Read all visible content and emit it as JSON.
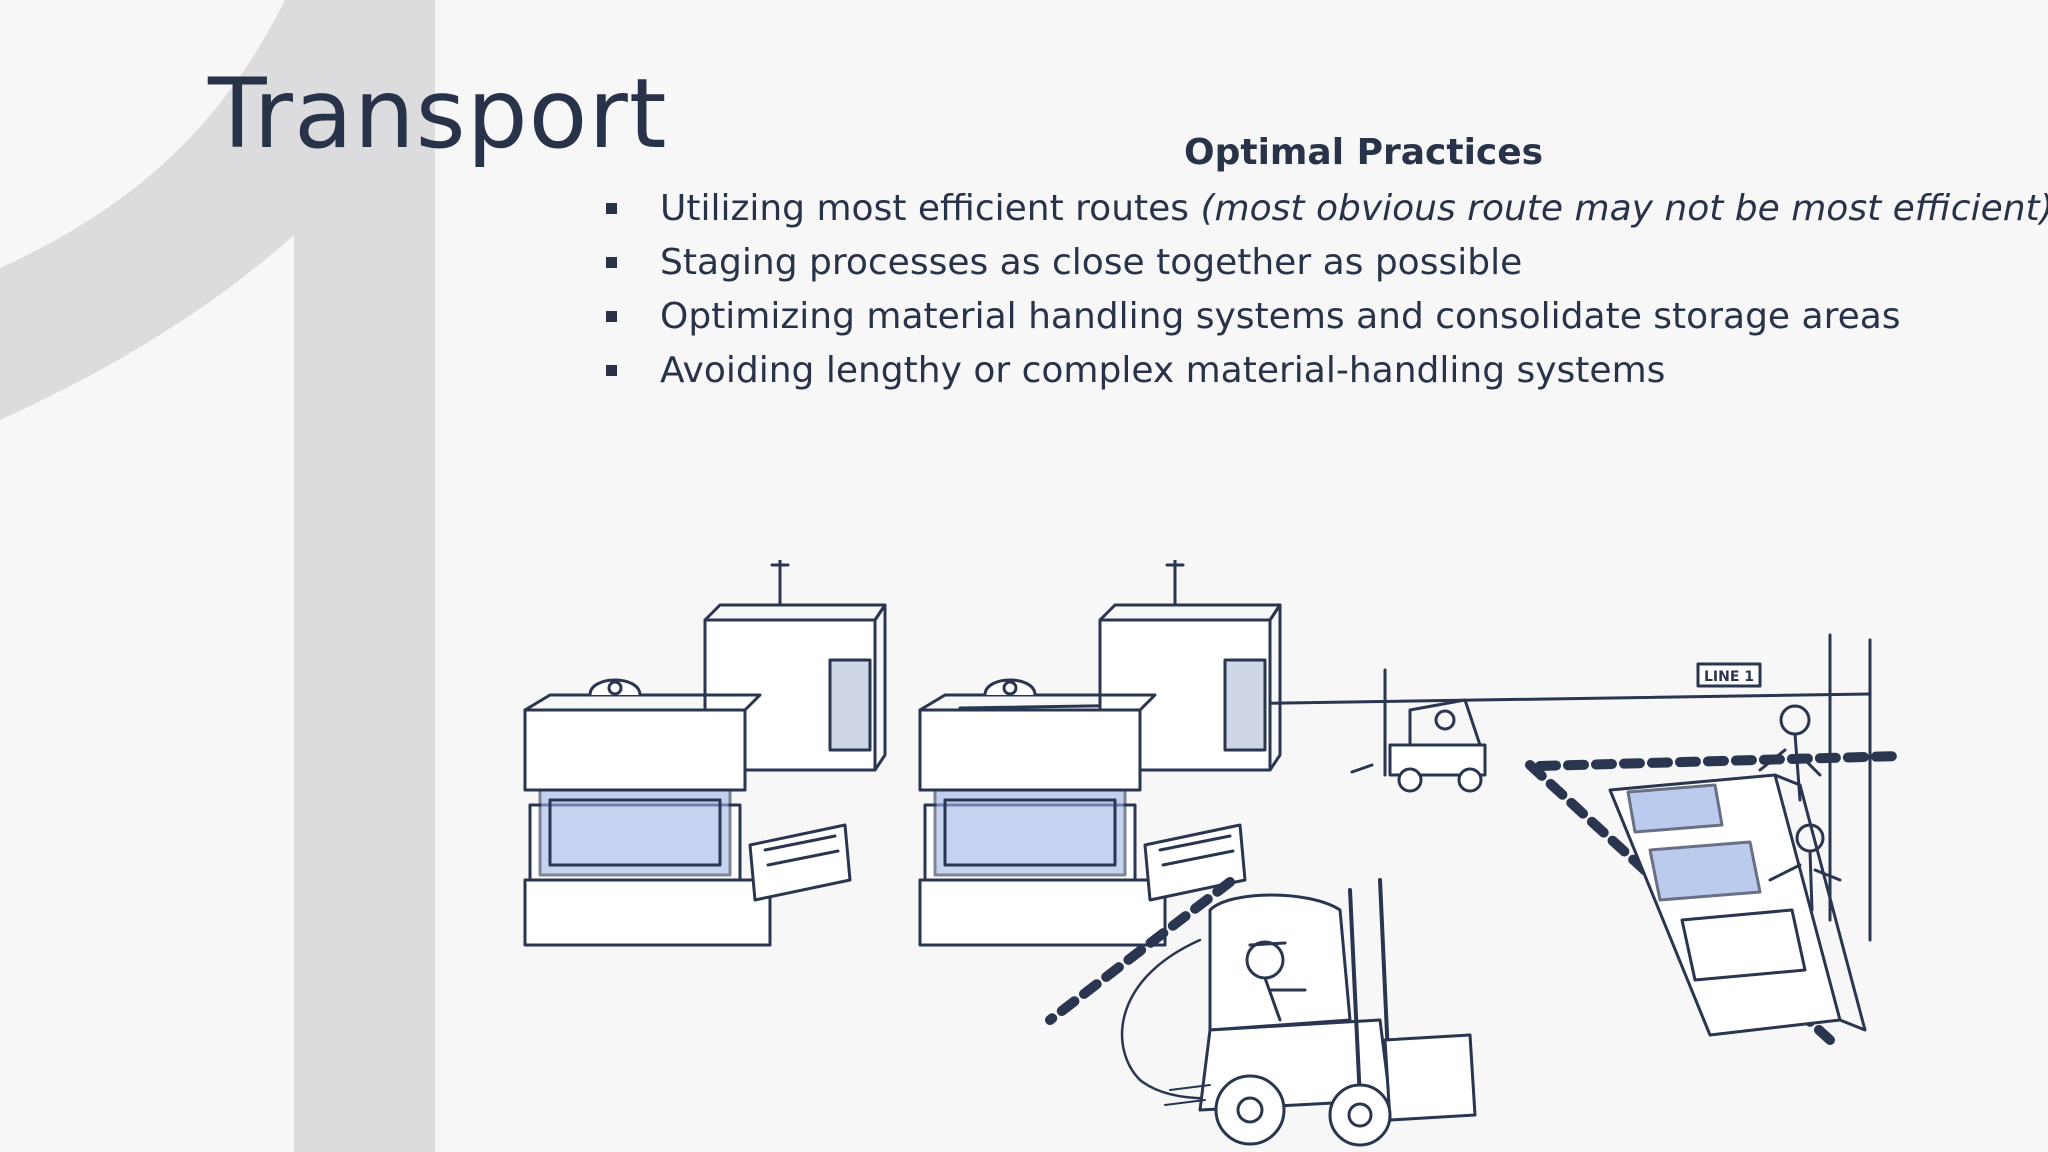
{
  "slide": {
    "title": "Transport",
    "section_heading": "Optimal Practices",
    "bullets": [
      {
        "text": "Utilizing most efficient routes ",
        "italic": "(most obvious route may not be most efficient)"
      },
      {
        "text": "Staging processes as close together as possible",
        "italic": ""
      },
      {
        "text": "Optimizing material handling systems and consolidate storage areas",
        "italic": ""
      },
      {
        "text": "Avoiding lengthy or complex material-handling systems",
        "italic": ""
      }
    ],
    "illustration": {
      "sign_label": "LINE 1"
    }
  },
  "colors": {
    "background": "#f7f7f8",
    "text": "#28334a",
    "numeral": "#dcdcdf",
    "sketch": "#2a3550",
    "highlight": "#9fb6e8"
  }
}
